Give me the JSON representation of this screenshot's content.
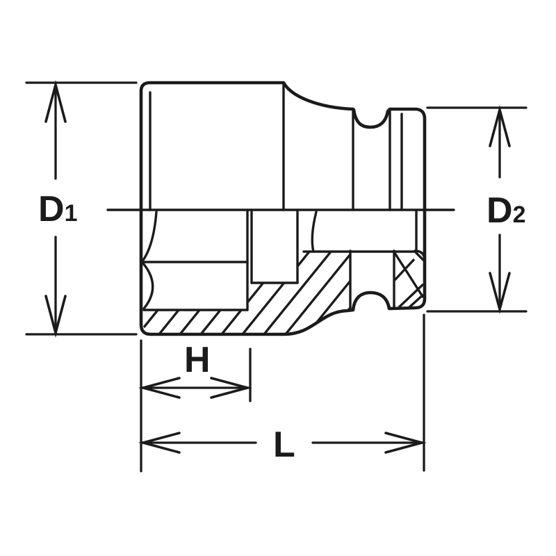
{
  "diagram": {
    "labels": {
      "d1": {
        "main": "D",
        "sub": "1"
      },
      "d2": {
        "main": "D",
        "sub": "2"
      },
      "h": "H",
      "l": "L"
    },
    "colors": {
      "line": "#1b1b1b",
      "background": "#ffffff"
    }
  }
}
